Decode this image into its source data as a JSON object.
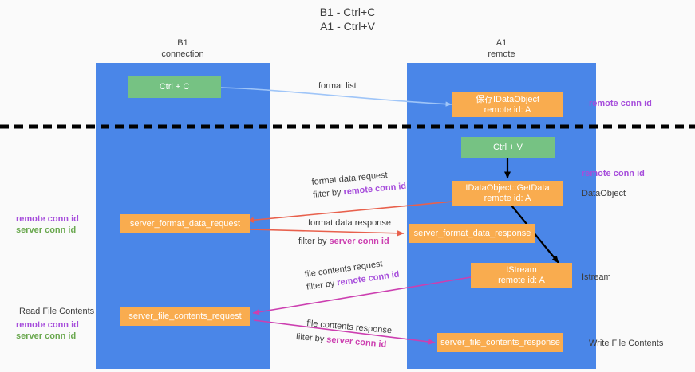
{
  "title": {
    "line1": "B1 - Ctrl+C",
    "line2": "A1 - Ctrl+V"
  },
  "lanes": [
    {
      "id": "b1",
      "header_line1": "B1",
      "header_line2": "connection",
      "color": "#4a86e8"
    },
    {
      "id": "a1",
      "header_line1": "A1",
      "header_line2": "remote",
      "color": "#4a86e8"
    }
  ],
  "colors": {
    "lane": "#4a86e8",
    "green_box": "#76c283",
    "orange_box": "#f9ac4f",
    "purple_text": "#a64ddb",
    "green_text": "#6aa84f",
    "magenta_text": "#cc3fb0",
    "red_arrow": "#e8604c",
    "magenta_arrow": "#cc3fb0",
    "blue_arrow": "#9fc5f8",
    "black_arrow": "#000000",
    "background": "#fafafa"
  },
  "boxes": {
    "ctrl_c": {
      "label": "Ctrl + C",
      "style": "green"
    },
    "save_dataobject": {
      "line1": "保存IDataObject",
      "line2": "remote id: A",
      "style": "orange"
    },
    "ctrl_v": {
      "label": "Ctrl + V",
      "style": "green"
    },
    "getdata": {
      "line1": "IDataObject::GetData",
      "line2": "remote id: A",
      "style": "orange"
    },
    "server_format_data_request": {
      "label": "server_format_data_request",
      "style": "orange"
    },
    "server_format_data_response": {
      "label": "server_format_data_response",
      "style": "orange"
    },
    "istream": {
      "line1": "IStream",
      "line2": "remote id: A",
      "style": "orange"
    },
    "server_file_contents_request": {
      "label": "server_file_contents_request",
      "style": "orange"
    },
    "server_file_contents_response": {
      "label": "server_file_contents_response",
      "style": "orange"
    }
  },
  "edge_labels": {
    "format_list": "format list",
    "format_data_request": "format data request",
    "format_data_request_filter_prefix": "filter by ",
    "format_data_request_filter_value": "remote conn id",
    "format_data_response": "format data response",
    "format_data_response_filter_prefix": "filter by ",
    "format_data_response_filter_value": "server conn id",
    "file_contents_request": "file contents request",
    "file_contents_request_filter_prefix": "filter by ",
    "file_contents_request_filter_value": "remote conn id",
    "file_contents_response": "file contents response",
    "file_contents_response_filter_prefix": "filter by ",
    "file_contents_response_filter_value": "server conn id"
  },
  "annotations": {
    "right_top_remote_conn_id": "remote conn id",
    "right_mid_remote_conn_id": "remote conn id",
    "right_dataobject": "DataObject",
    "right_istream": "Istream",
    "right_write_file_contents": "Write File Contents",
    "left_remote_conn_id": "remote conn id",
    "left_server_conn_id": "server conn id",
    "left_read_file_contents": "Read File Contents",
    "left_bottom_remote_conn_id": "remote conn id",
    "left_bottom_server_conn_id": "server conn id"
  }
}
